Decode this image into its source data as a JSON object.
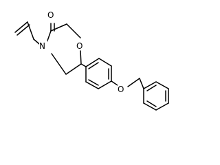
{
  "structure": {
    "atom_labels": {
      "ring_oxygen": "O",
      "ring_nitrogen": "N",
      "carbonyl_oxygen": "O",
      "ether_oxygen": "O"
    }
  }
}
